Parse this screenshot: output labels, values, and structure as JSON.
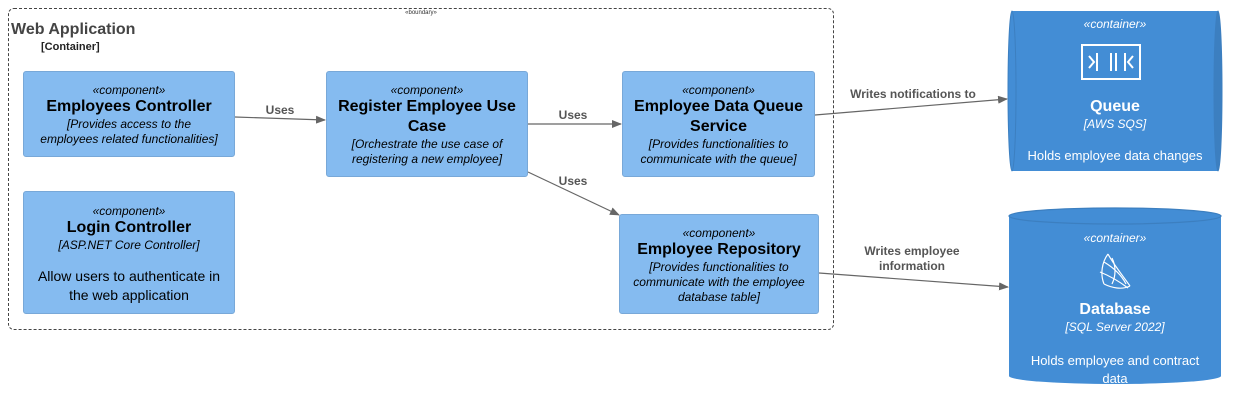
{
  "boundary": {
    "stereotype": "«boundary»",
    "title": "Web Application",
    "type": "[Container]"
  },
  "components": {
    "employees_controller": {
      "stereotype": "«component»",
      "name": "Employees Controller",
      "technology": "[Provides access to the employees related functionalities]"
    },
    "login_controller": {
      "stereotype": "«component»",
      "name": "Login Controller",
      "technology": "[ASP.NET Core Controller]",
      "description": "Allow users to authenticate in the web application"
    },
    "register_use_case": {
      "stereotype": "«component»",
      "name": "Register Employee Use Case",
      "technology": "[Orchestrate the use case of registering a new employee]"
    },
    "queue_service": {
      "stereotype": "«component»",
      "name": "Employee Data Queue Service",
      "technology": "[Provides functionalities to communicate with the queue]"
    },
    "employee_repository": {
      "stereotype": "«component»",
      "name": "Employee Repository",
      "technology": "[Provides functionalities to communicate with the employee database table]"
    }
  },
  "containers": {
    "queue": {
      "stereotype": "«container»",
      "name": "Queue",
      "technology": "[AWS SQS]",
      "description": "Holds employee data changes",
      "icon": "aws-sqs-icon"
    },
    "database": {
      "stereotype": "«container»",
      "name": "Database",
      "technology": "[SQL Server 2022]",
      "description": "Holds employee and contract data",
      "icon": "sql-server-icon"
    }
  },
  "relations": {
    "employees_to_register": "Uses",
    "register_to_queue_service": "Uses",
    "register_to_repository": "Uses",
    "queue_service_to_queue": "Writes notifications to",
    "repository_to_database": "Writes employee information"
  },
  "colors": {
    "component_fill": "#85bbf0",
    "container_fill": "#438dd5",
    "arrow": "#666666"
  }
}
